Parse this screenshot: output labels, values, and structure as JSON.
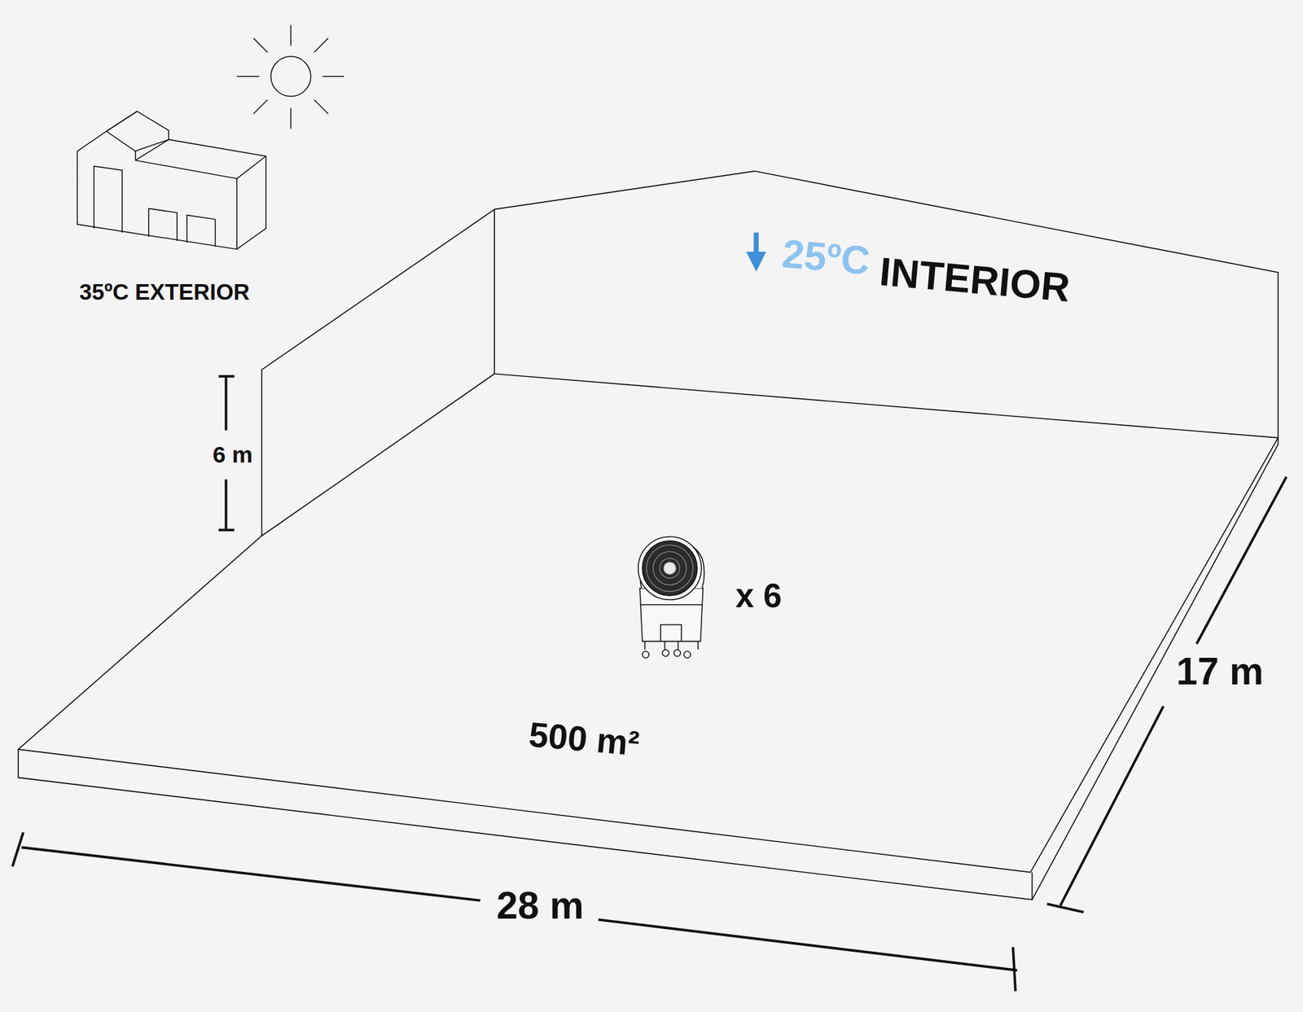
{
  "diagram": {
    "labels": [
      "35ºC EXTERIOR",
      "25ºC",
      "INTERIOR",
      "6 m",
      "x 6",
      "500 m²",
      "28 m",
      "17 m"
    ]
  }
}
